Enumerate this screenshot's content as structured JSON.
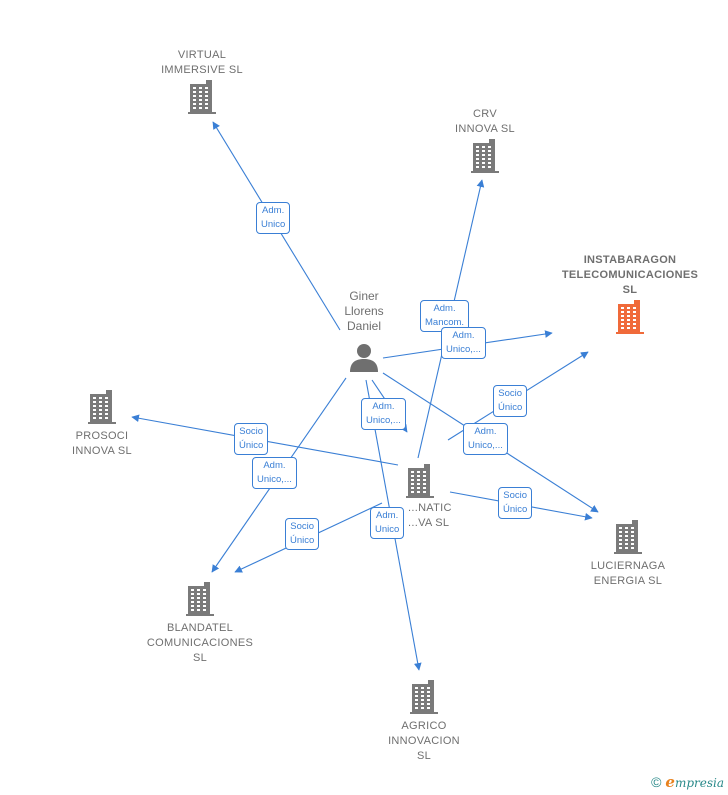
{
  "nodes": {
    "virtual": {
      "label": "VIRTUAL\nIMMERSIVE  SL"
    },
    "crv": {
      "label": "CRV\nINNOVA  SL"
    },
    "instabaragon": {
      "label": "INSTABARAGON\nTELECOMUNICACIONES\nSL"
    },
    "prosoci": {
      "label": "PROSOCI\nINNOVA  SL"
    },
    "center": {
      "label": "...NATIC\n...VA  SL"
    },
    "luciernaga": {
      "label": "LUCIERNAGA\nENERGIA  SL"
    },
    "blandatel": {
      "label": "BLANDATEL\nCOMUNICACIONES\nSL"
    },
    "agrico": {
      "label": "AGRICO\nINNOVACION\nSL"
    },
    "person": {
      "label": "Giner\nLlorens\nDaniel"
    }
  },
  "edges": {
    "e1": "Adm.\nUnico",
    "e2": "Adm.\nMancom.",
    "e3": "Adm.\nUnico,...",
    "e4": "Socio\nÚnico",
    "e5": "Adm.\nUnico,...",
    "e6": "Adm.\nUnico,...",
    "e7": "Socio\nÚnico",
    "e8": "Adm.\nUnico,...",
    "e9": "Socio\nÚnico",
    "e10": "Socio\nÚnico",
    "e11": "Adm.\nUnico"
  },
  "footer": {
    "copyright": "©",
    "brand_first": "e",
    "brand_rest": "mpresia"
  },
  "colors": {
    "edge": "#3a7fd5",
    "building": "#7a7a7a",
    "highlight": "#f06a3a"
  }
}
